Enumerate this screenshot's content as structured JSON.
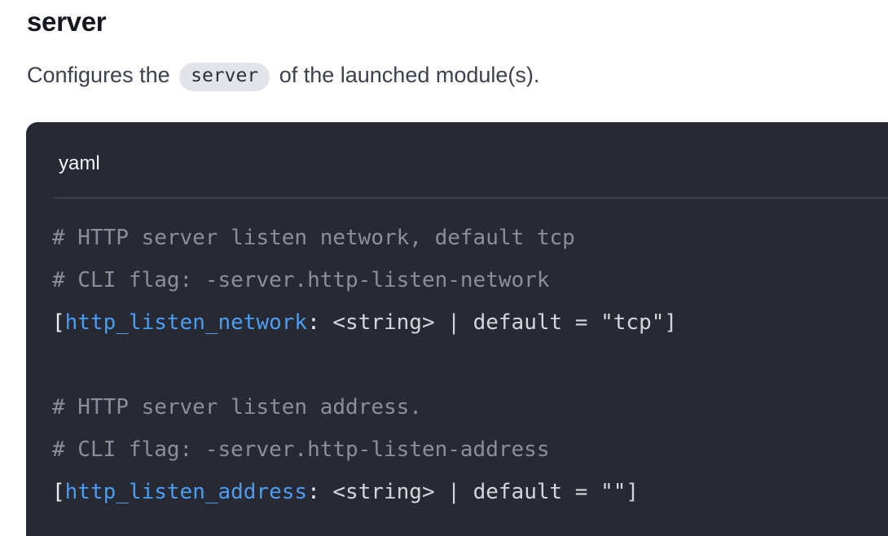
{
  "heading": "server",
  "description": {
    "before": "Configures the ",
    "code": "server",
    "after": " of the launched module(s)."
  },
  "code_block": {
    "language": "yaml",
    "lines": [
      [
        {
          "t": "# HTTP server listen network, default tcp",
          "c": "comment"
        }
      ],
      [
        {
          "t": "# CLI flag: -server.http-listen-network",
          "c": "comment"
        }
      ],
      [
        {
          "t": "[",
          "c": "punct"
        },
        {
          "t": "http_listen_network",
          "c": "key"
        },
        {
          "t": ": ",
          "c": "punct"
        },
        {
          "t": "<string>",
          "c": "plain"
        },
        {
          "t": " | default = \"tcp\"]",
          "c": "plain"
        }
      ],
      [],
      [
        {
          "t": "# HTTP server listen address.",
          "c": "comment"
        }
      ],
      [
        {
          "t": "# CLI flag: -server.http-listen-address",
          "c": "comment"
        }
      ],
      [
        {
          "t": "[",
          "c": "punct"
        },
        {
          "t": "http_listen_address",
          "c": "key"
        },
        {
          "t": ": ",
          "c": "punct"
        },
        {
          "t": "<string>",
          "c": "plain"
        },
        {
          "t": " | default = \"\"]",
          "c": "plain"
        }
      ]
    ]
  },
  "colors": {
    "code_bg": "#282a33",
    "divider": "#3b3d48",
    "comment": "#8b8e9c",
    "key": "#4a9df2",
    "plain": "#d4d6dd",
    "punct": "#eceef2",
    "inline_code_bg": "#e3e4e9"
  }
}
